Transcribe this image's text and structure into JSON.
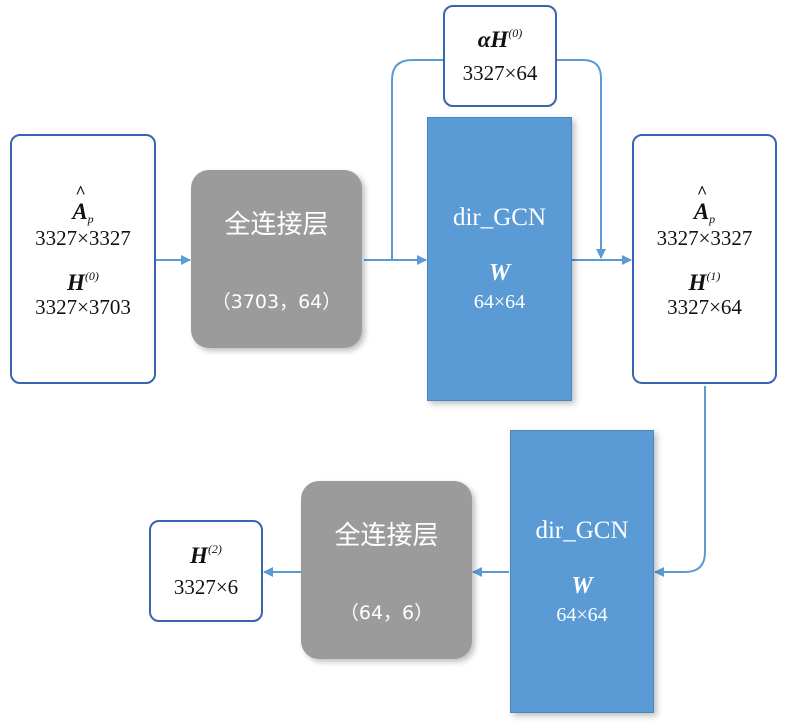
{
  "input_box": {
    "a_symbol": "A",
    "a_subscript": "p",
    "a_dims": "3327×3327",
    "h_symbol": "H",
    "h_superscript": "(0)",
    "h_dims": "3327×3703"
  },
  "fc1": {
    "title": "全连接层",
    "dims": "（3703，64）"
  },
  "alpha_box": {
    "symbol": "αH",
    "superscript": "(0)",
    "dims": "3327×64"
  },
  "gcn1": {
    "title": "dir_GCN",
    "weight": "W",
    "dims": "64×64"
  },
  "mid_box": {
    "a_symbol": "A",
    "a_subscript": "p",
    "a_dims": "3327×3327",
    "h_symbol": "H",
    "h_superscript": "(1)",
    "h_dims": "3327×64"
  },
  "gcn2": {
    "title": "dir_GCN",
    "weight": "W",
    "dims": "64×64"
  },
  "fc2": {
    "title": "全连接层",
    "dims": "（64，6）"
  },
  "output_box": {
    "h_symbol": "H",
    "h_superscript": "(2)",
    "dims": "3327×6"
  },
  "colors": {
    "box_border": "#3a63b0",
    "arrow": "#5b9bd5",
    "gcn_fill": "#5a9bd5",
    "fc_fill": "#9b9b9b"
  }
}
